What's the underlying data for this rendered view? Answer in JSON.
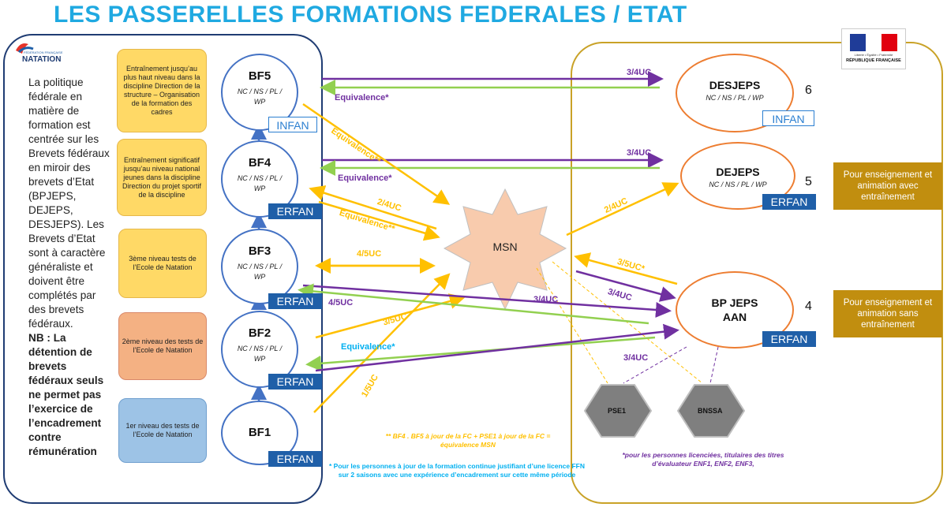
{
  "title": "LES PASSERELLES FORMATIONS FEDERALES / ETAT",
  "logos": {
    "ffn": "NATATION",
    "ffn_small": "FÉDÉRATION FRANÇAISE",
    "rf": "RÉPUBLIQUE FRANÇAISE",
    "rf_motto": "Liberté • Égalité • Fraternité"
  },
  "intro": {
    "text": "La politique fédérale en matière de formation est centrée sur les Brevets fédéraux en miroir des brevets d’Etat (BPJEPS, DEJEPS, DESJEPS). Les Brevets d’Etat sont à caractère généraliste et doivent être complétés par des brevets fédéraux.",
    "nb": "NB : La détention de brevets fédéraux seuls ne permet pas l’exercice de l’encadrement contre rémunération"
  },
  "level_boxes": [
    "Entraînement jusqu’au plus haut niveau dans la discipline Direction de la structure – Organisation de la formation des cadres",
    "Entraînement significatif jusqu’au niveau national jeunes dans la discipline Direction du projet sportif de la discipline",
    "3ème niveau tests de l’Ecole de Natation",
    "2ème niveau des tests de l’Ecole de Natation",
    "1er niveau des tests de l’Ecole de Natation"
  ],
  "bf": [
    {
      "name": "BF5",
      "sub": "NC / NS / PL / WP",
      "badge": "INFAN"
    },
    {
      "name": "BF4",
      "sub": "NC / NS / PL / WP",
      "badge": "ERFAN"
    },
    {
      "name": "BF3",
      "sub": "NC / NS / PL / WP",
      "badge": "ERFAN"
    },
    {
      "name": "BF2",
      "sub": "NC / NS / PL / WP",
      "badge": "ERFAN"
    },
    {
      "name": "BF1",
      "sub": "",
      "badge": "ERFAN"
    }
  ],
  "etat": [
    {
      "name": "DESJEPS",
      "sub": "NC / NS / PL / WP",
      "num": "6",
      "badge": "INFAN"
    },
    {
      "name": "DEJEPS",
      "sub": "NC / NS / PL / WP",
      "num": "5",
      "badge": "ERFAN"
    },
    {
      "name": "BP JEPS",
      "name2": "AAN",
      "num": "4",
      "badge": "ERFAN"
    }
  ],
  "msn": "MSN",
  "hexagons": [
    "PSE1",
    "BNSSA"
  ],
  "gold_boxes": [
    "Pour enseignement et animation avec entraînement",
    "Pour enseignement et animation sans entraînement"
  ],
  "arrow_labels": {
    "uc34_top": "3/4UC",
    "uc34_mid": "3/4UC",
    "equiv_bf5": "Equivalence*",
    "equiv_bf4": "Equivalence*",
    "equiv_bf5_msn": "Equivalence**",
    "equiv_bf4_msn": "Equivalence**",
    "uc24_bf4": "2/4UC",
    "uc24_dejeps": "2/4UC",
    "uc45_bf3": "4/5UC",
    "uc45_bf2": "4/5UC",
    "uc35_bf2": "3/5UC",
    "uc35_bp": "3/5UC*",
    "uc34_bp": "3/4UC",
    "uc34_bf3": "3/4UC",
    "uc34_bf2": "3/4UC",
    "equiv_bf2": "Equivalence*",
    "uc15": "1/5UC"
  },
  "notes": {
    "star2": "** BF4 . BF5 à jour de la FC + PSE1 à jour de la FC = équivalence MSN",
    "star1": "* Pour les personnes à jour de la formation continue justifiant d’une licence FFN sur 2 saisons avec une expérience d’encadrement sur cette même période",
    "evaluateur": "*pour les personnes licenciées, titulaires des titres d’évaluateur ENF1, ENF2, ENF3,"
  },
  "colors": {
    "blue": "#4472c4",
    "orange": "#ed7d31",
    "gold": "#c18e0f",
    "yellow": "#ffc000",
    "green": "#92d050",
    "purple": "#7030a0",
    "cyan": "#00b0f0"
  }
}
